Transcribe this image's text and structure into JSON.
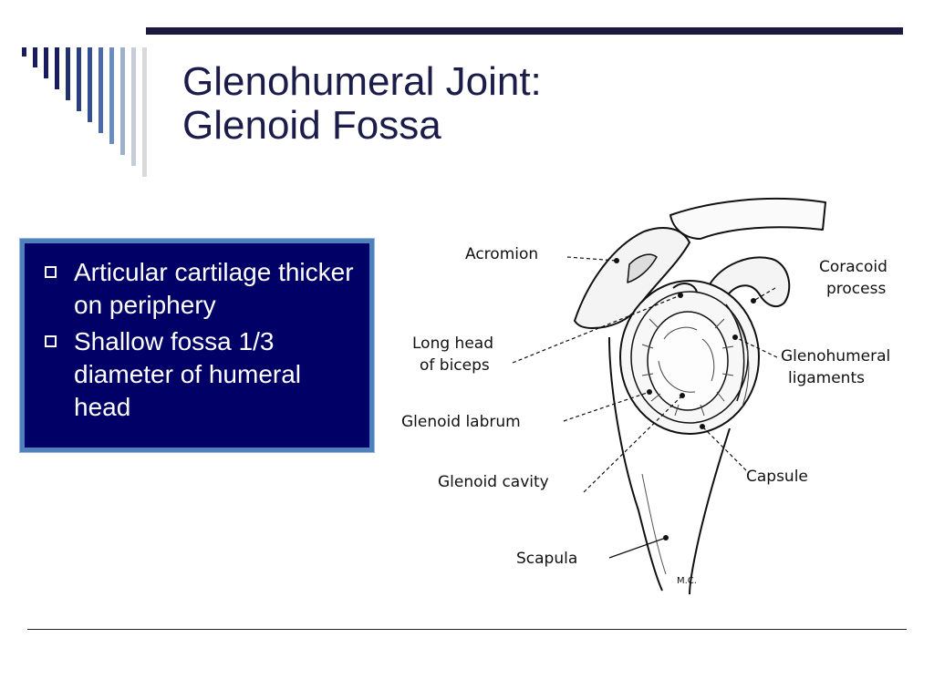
{
  "slide": {
    "title_line1": "Glenohumeral Joint:",
    "title_line2": "Glenoid Fossa",
    "bullets": [
      "Articular cartilage thicker on periphery",
      "Shallow fossa 1/3 diameter of humeral head"
    ]
  },
  "diagram": {
    "labels": {
      "acromion": "Acromion",
      "coracoid_line1": "Coracoid",
      "coracoid_line2": "process",
      "biceps_line1": "Long head",
      "biceps_line2": "of biceps",
      "gh_ligaments_line1": "Glenohumeral",
      "gh_ligaments_line2": "ligaments",
      "labrum": "Glenoid labrum",
      "capsule": "Capsule",
      "cavity": "Glenoid cavity",
      "scapula": "Scapula"
    },
    "signature": "M.C."
  },
  "colors": {
    "title": "#1c1c4a",
    "box_fill": "#000066",
    "box_border": "#4f81bd",
    "rule": "#1a1a3e"
  }
}
